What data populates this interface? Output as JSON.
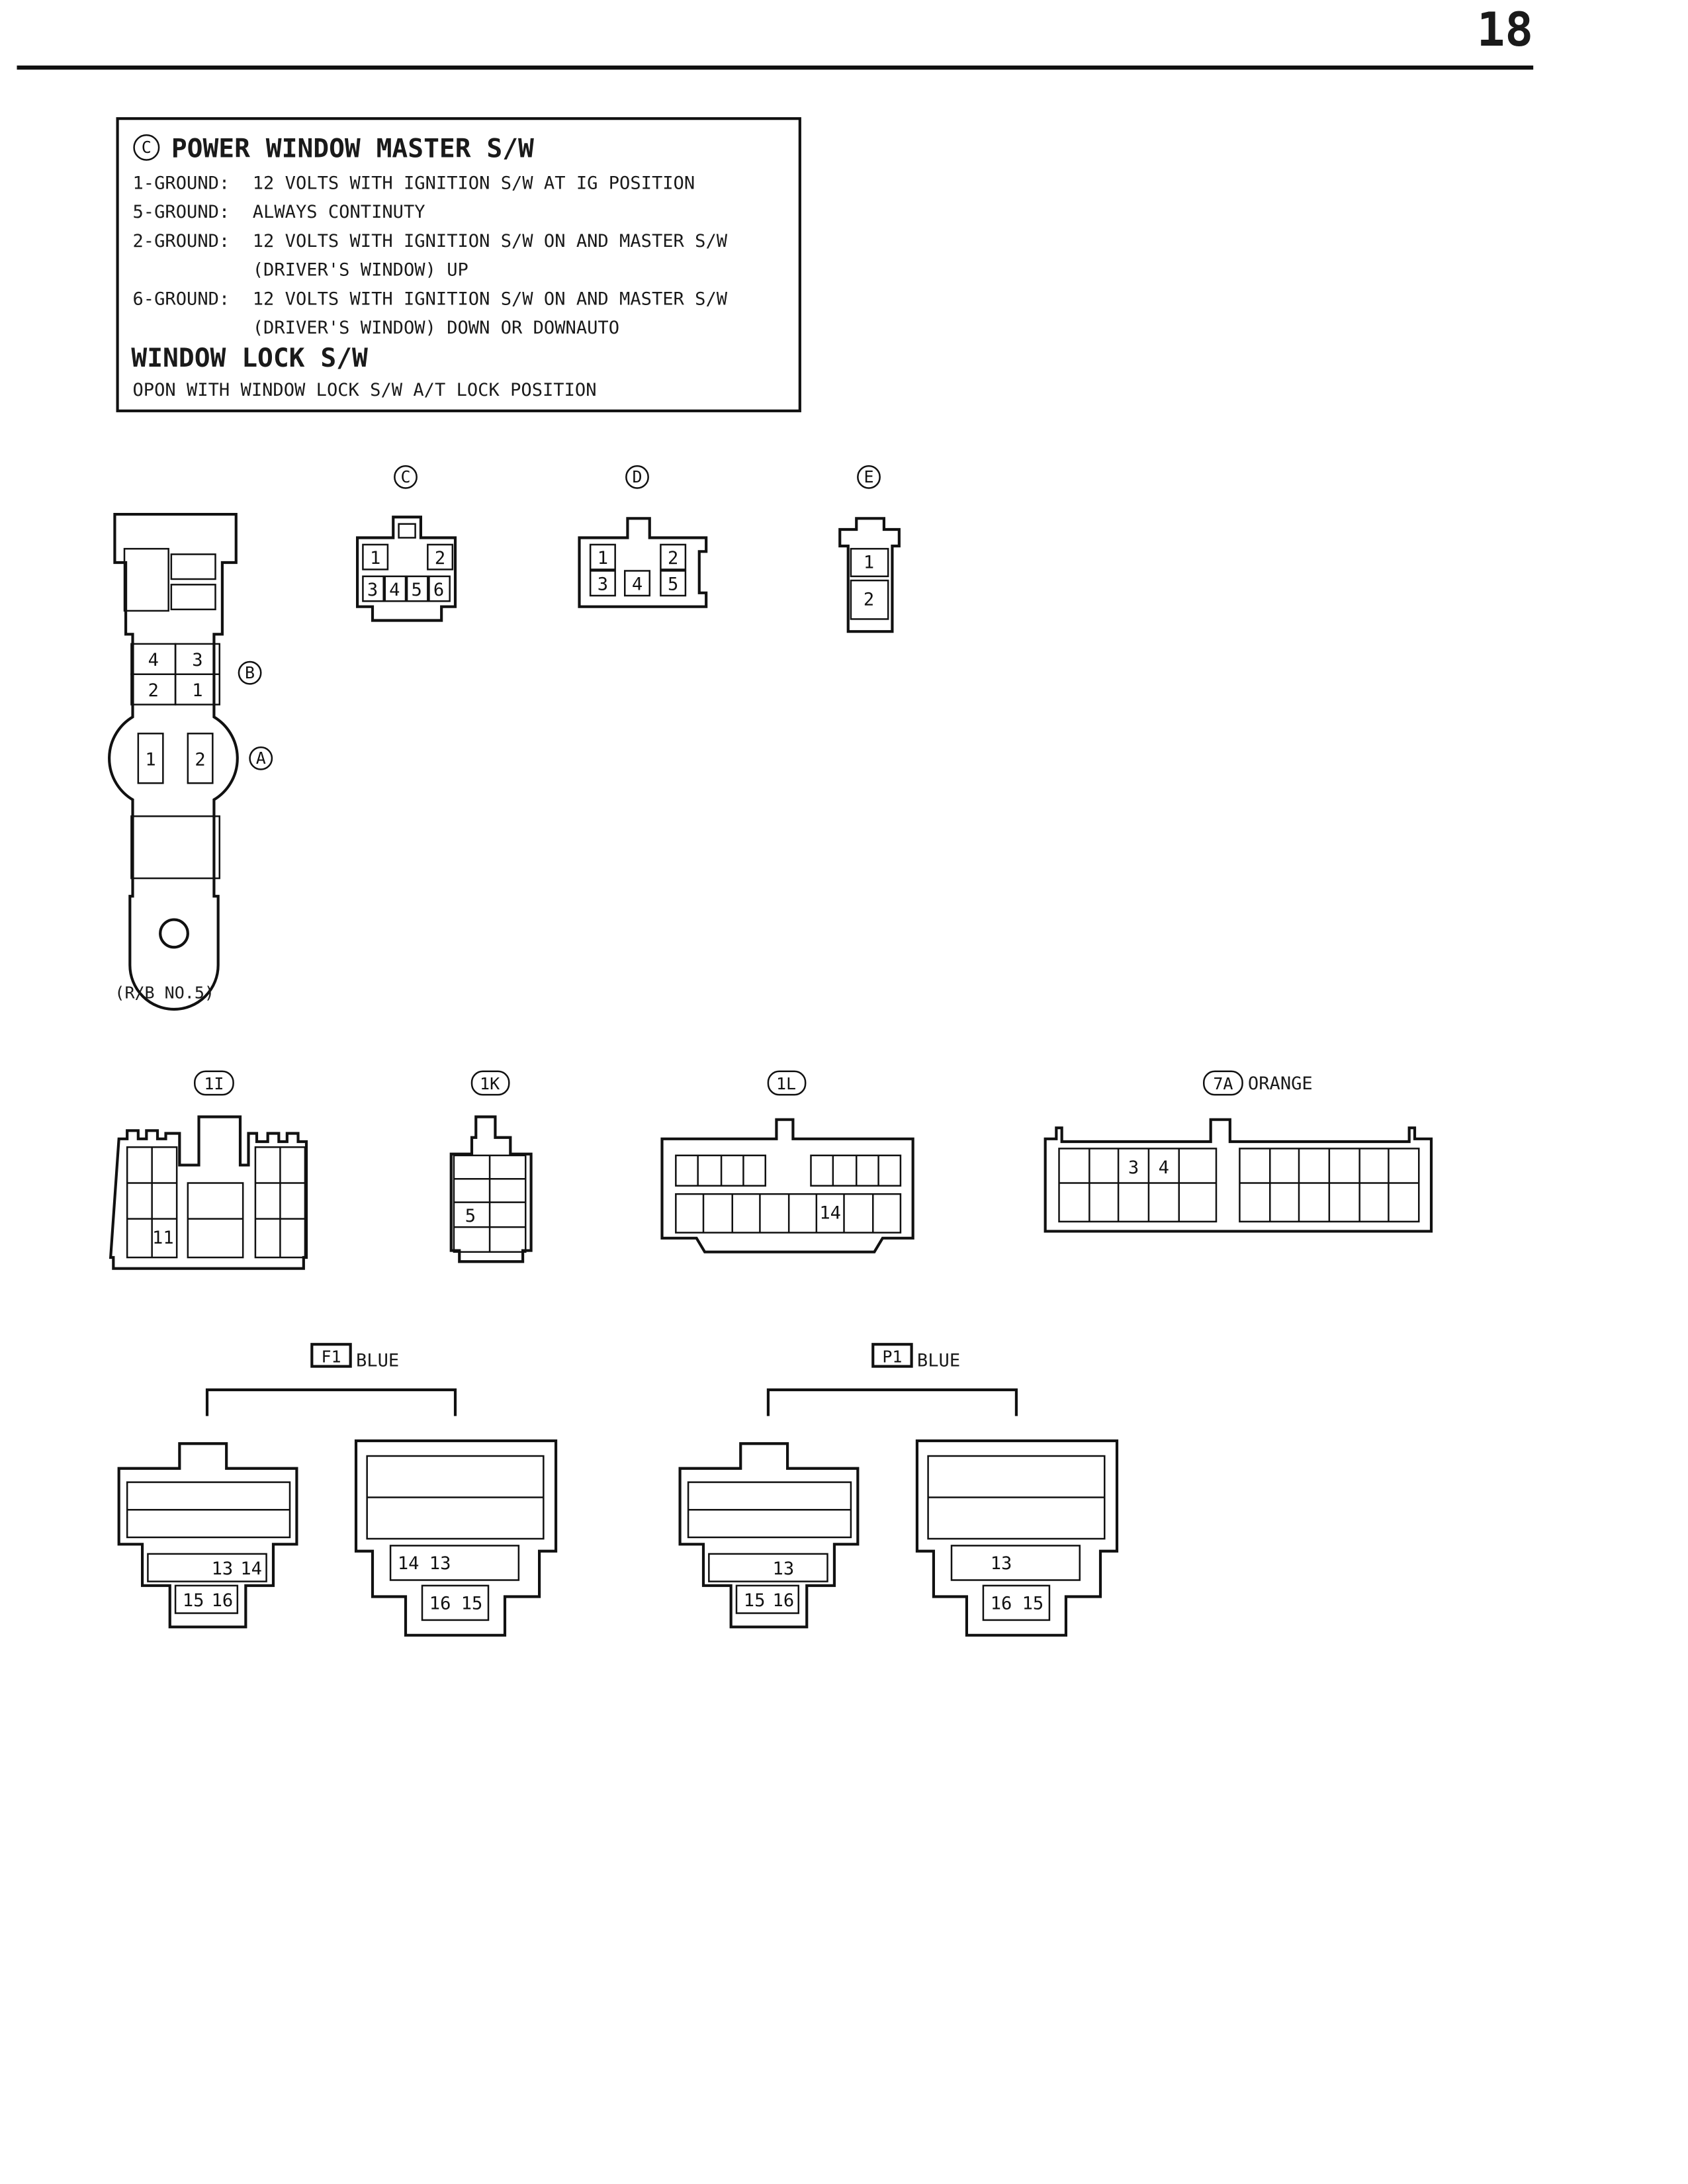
{
  "page_number": "18",
  "spec_box": {
    "title_symbol": "C",
    "title": "POWER WINDOW MASTER S/W",
    "rows": [
      {
        "pin": "1-GROUND:",
        "text": "12 VOLTS WITH IGNITION S/W AT IG POSITION"
      },
      {
        "pin": "5-GROUND:",
        "text": "ALWAYS CONTINUTY"
      },
      {
        "pin": "2-GROUND:",
        "text": "12 VOLTS WITH IGNITION S/W ON AND MASTER S/W"
      },
      {
        "pin": "",
        "text": "(DRIVER'S WINDOW) UP"
      },
      {
        "pin": "6-GROUND:",
        "text": "12 VOLTS WITH IGNITION S/W ON AND MASTER S/W"
      },
      {
        "pin": "",
        "text": "(DRIVER'S WINDOW) DOWN OR DOWNAUTO"
      }
    ],
    "section2_title": "WINDOW LOCK S/W",
    "section2_text": "OPON WITH WINDOW LOCK S/W A/T LOCK POSITION"
  },
  "connectors": {
    "C": {
      "label": "C",
      "pins": [
        "1",
        "2",
        "3",
        "4",
        "5",
        "6"
      ]
    },
    "D": {
      "label": "D",
      "pins": [
        "1",
        "2",
        "3",
        "4",
        "5"
      ]
    },
    "E": {
      "label": "E",
      "pins": [
        "1",
        "2"
      ]
    },
    "relay_block": {
      "label_a": "A",
      "label_b": "B",
      "pins_b": [
        "4",
        "3",
        "2",
        "1"
      ],
      "pins_a": [
        "1",
        "2"
      ],
      "caption": "(R/B NO.5)"
    },
    "1I": {
      "label": "1I",
      "pins": [
        "11"
      ]
    },
    "1K": {
      "label": "1K",
      "pins": [
        "5"
      ]
    },
    "1L": {
      "label": "1L",
      "pins": [
        "14"
      ]
    },
    "7A": {
      "label": "7A",
      "color": "ORANGE",
      "pins": [
        "3",
        "4"
      ]
    },
    "F1": {
      "label": "F1",
      "color": "BLUE",
      "left_pins": [
        "13",
        "14",
        "15",
        "16"
      ],
      "right_pins": [
        "14",
        "13",
        "16",
        "15"
      ]
    },
    "P1": {
      "label": "P1",
      "color": "BLUE",
      "left_pins": [
        "13",
        "15",
        "16"
      ],
      "right_pins": [
        "13",
        "16",
        "15"
      ]
    }
  }
}
